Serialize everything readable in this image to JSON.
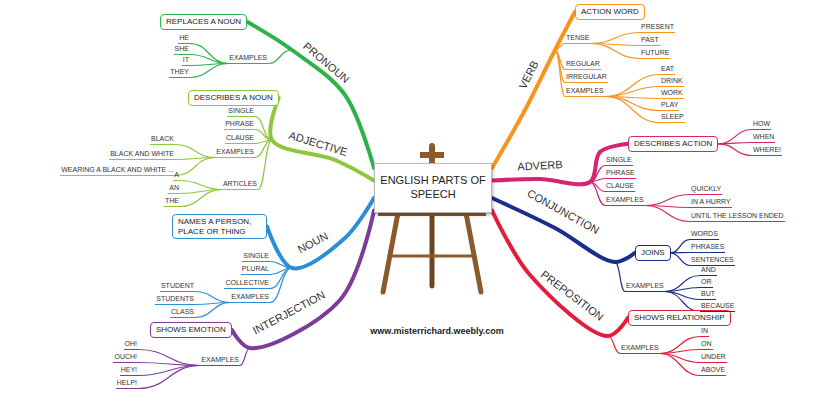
{
  "diagram": {
    "nodes": [
      {
        "text": [
          "ENGLISH PARTS OF SPEECH"
        ]
      },
      {
        "text": [
          "REPLACES A NOUN"
        ]
      },
      {
        "text": [
          "DESCRIBES A NOUN"
        ]
      },
      {
        "text": [
          "NAMES A PERSON, PLACE OR THING"
        ]
      },
      {
        "text": [
          "SHOWS EMOTION"
        ]
      },
      {
        "text": [
          "ACTION WORD"
        ]
      },
      {
        "text": [
          "DESCRIBES ACTION"
        ]
      },
      {
        "text": [
          "JOINS"
        ]
      },
      {
        "text": [
          "SHOWS RELATIONSHIP"
        ]
      }
    ],
    "edges": [
      {
        "from": 0,
        "to": 1,
        "arrow": "none",
        "label": "PRONOUN"
      },
      {
        "from": 0,
        "to": 2,
        "arrow": "none",
        "label": "ADJECTIVE"
      },
      {
        "from": 0,
        "to": 3,
        "arrow": "none",
        "label": "NOUN"
      },
      {
        "from": 0,
        "to": 4,
        "arrow": "none",
        "label": "INTERJECTION"
      },
      {
        "from": 0,
        "to": 5,
        "arrow": "none",
        "label": "VERB"
      },
      {
        "from": 0,
        "to": 6,
        "arrow": "none",
        "label": "ADVERB"
      },
      {
        "from": 0,
        "to": 7,
        "arrow": "none",
        "label": "CONJUNCTION"
      },
      {
        "from": 0,
        "to": 8,
        "arrow": "none",
        "label": "PREPOSITION"
      }
    ],
    "labels": [
      "EXAMPLES",
      "HE",
      "SHE",
      "IT",
      "THEY",
      "SINGLE",
      "PHRASE",
      "CLAUSE",
      "EXAMPLES",
      "BLACK",
      "BLACK AND WHITE",
      "WEARING A BLACK AND WHITE ...",
      "ARTICLES",
      "A",
      "AN",
      "THE",
      "SINGLE",
      "PLURAL",
      "COLLECTIVE",
      "EXAMPLES",
      "STUDENT",
      "STUDENTS",
      "CLASS",
      "EXAMPLES",
      "OH!",
      "OUCH!",
      "HEY!",
      "HELP!",
      "TENSE",
      "PRESENT",
      "PAST",
      "FUTURE",
      "REGULAR",
      "IRREGULAR",
      "EXAMPLES",
      "EAT",
      "DRINK",
      "WORK",
      "PLAY",
      "SLEEP",
      "HOW",
      "WHEN",
      "WHERE!",
      "SINGLE",
      "PHRASE",
      "CLAUSE",
      "EXAMPLES",
      "QUICKLY",
      "IN A HURRY",
      "UNTIL THE LESSON ENDED",
      "WORDS",
      "PHRASES",
      "SENTENCES",
      "EXAMPLES",
      "AND",
      "OR",
      "BUT",
      "BECAUSE",
      "EXAMPLES",
      "IN",
      "ON",
      "UNDER",
      "ABOVE",
      "www.misterrichard.weebly.com"
    ]
  }
}
